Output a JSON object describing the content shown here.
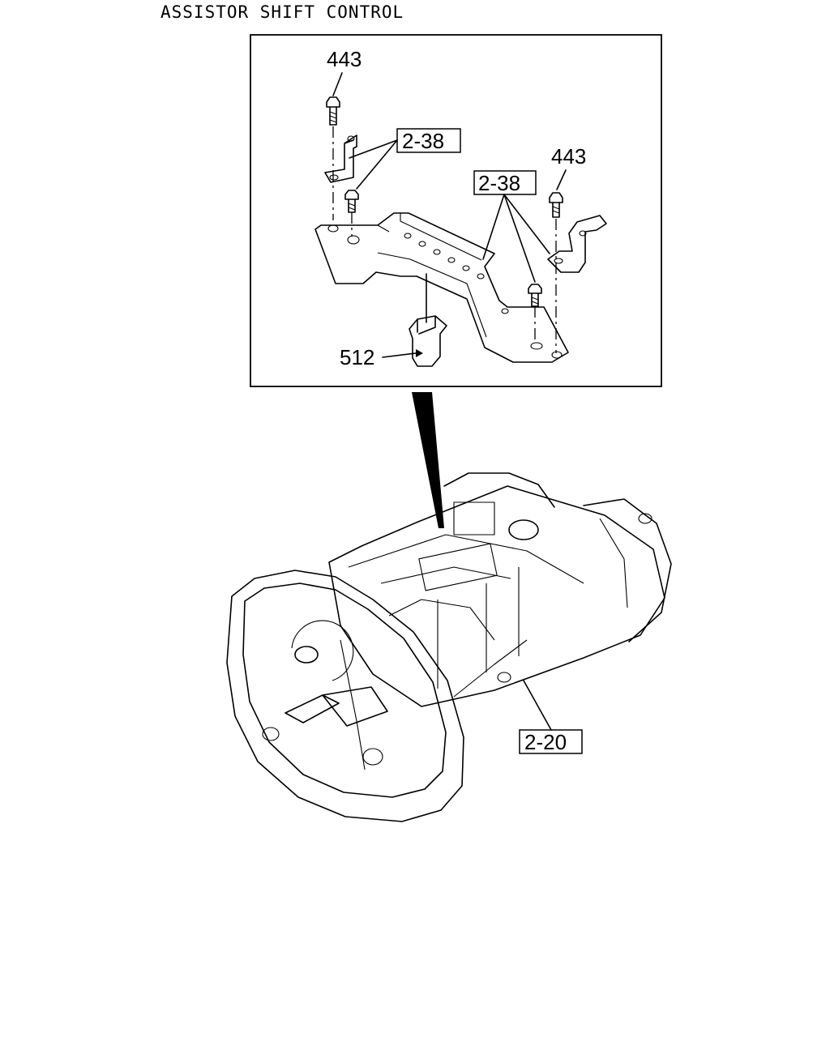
{
  "title": "ASSISTOR SHIFT CONTROL",
  "callouts": {
    "bolt_left": "443",
    "bolt_right": "443",
    "bracket_ref_left": "2-38",
    "bracket_ref_right": "2-38",
    "clip": "512",
    "transmission_ref": "2-20"
  }
}
